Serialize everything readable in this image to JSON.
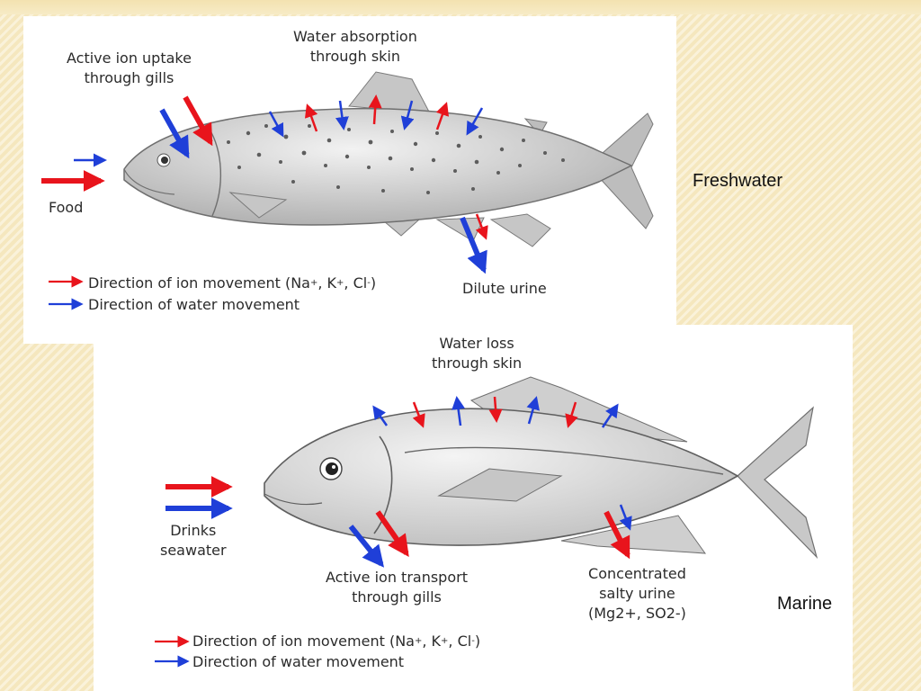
{
  "colors": {
    "ion": "#e8141c",
    "water": "#1f3fd8",
    "fish_body": "#d9d9d9",
    "background": "#f7ebc6"
  },
  "freshwater": {
    "side_label": "Freshwater",
    "labels": {
      "gills_line1": "Active ion uptake",
      "gills_line2": "through gills",
      "skin_line1": "Water absorption",
      "skin_line2": "through skin",
      "food": "Food",
      "urine": "Dilute urine"
    },
    "legend": {
      "ion_prefix": "Direction of ion movement (Na",
      "ion_sup1": "+",
      "ion_sep1": " , K",
      "ion_sup2": "+",
      "ion_sep2": ", Cl",
      "ion_sup3": "-",
      "ion_suffix": ")",
      "water": "Direction of water movement"
    }
  },
  "marine": {
    "side_label": "Marine",
    "labels": {
      "skin_line1": "Water loss",
      "skin_line2": "through skin",
      "drinks_line1": "Drinks",
      "drinks_line2": "seawater",
      "gills_line1": "Active ion transport",
      "gills_line2": "through gills",
      "urine_line1": "Concentrated",
      "urine_line2": "salty urine",
      "urine_line3": "(Mg2+, SO2-)"
    },
    "legend": {
      "ion_prefix": "Direction of ion movement (Na",
      "ion_sup1": "+",
      "ion_sep1": " , K",
      "ion_sup2": "+",
      "ion_sep2": ", Cl",
      "ion_sup3": "-",
      "ion_suffix": ")",
      "water": "Direction of water movement"
    }
  }
}
